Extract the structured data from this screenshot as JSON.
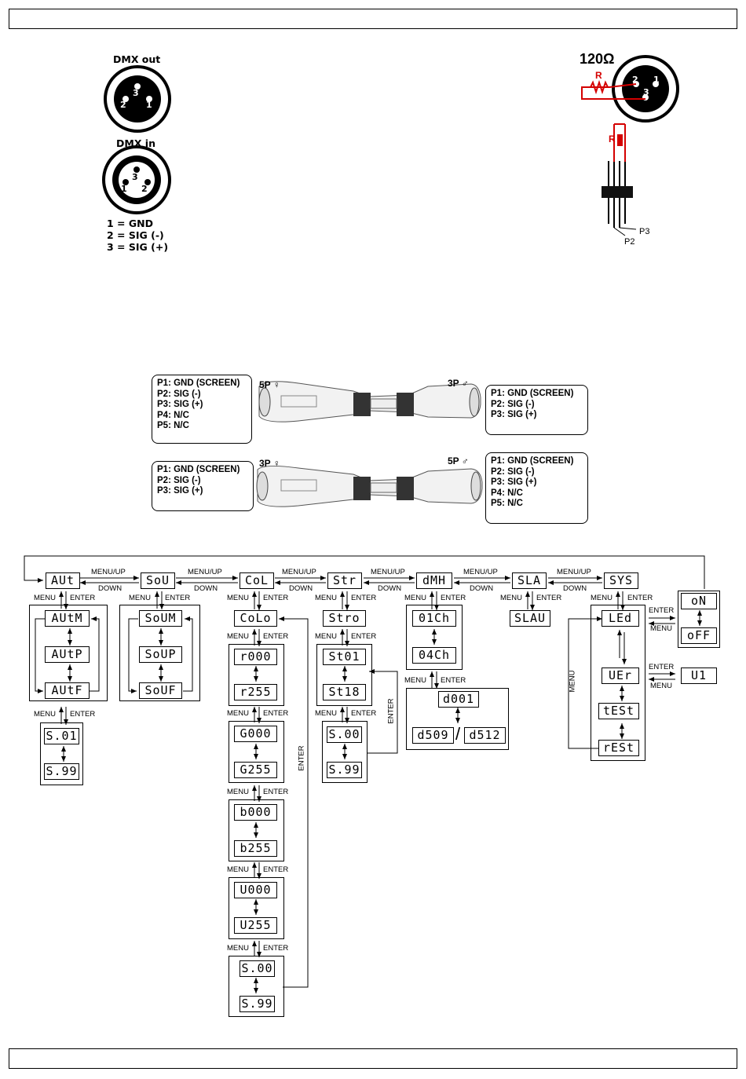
{
  "dmx": {
    "out_title": "DMX out",
    "in_title": "DMX in",
    "out_pins": [
      "3",
      "2",
      "1"
    ],
    "in_pins": [
      "3",
      "1",
      "2"
    ],
    "pin_legend": [
      "1 = GND",
      "2 = SIG (-)",
      "3 = SIG (+)"
    ]
  },
  "terminator": {
    "ohm_label": "120Ω",
    "r_label_top": "R",
    "r_label_side": "R",
    "pins": [
      "2",
      "1",
      "3"
    ],
    "p2": "P2",
    "p3": "P3",
    "resistor_color": "#d40000"
  },
  "adapters": {
    "top": {
      "left_connector": "5P ♀",
      "right_connector": "3P ♂",
      "left_pins": [
        "P1: GND (SCREEN)",
        "P2: SIG (-)",
        "P3: SIG (+)",
        "P4: N/C",
        "P5: N/C"
      ],
      "right_pins": [
        "P1: GND (SCREEN)",
        "P2: SIG (-)",
        "P3: SIG (+)"
      ]
    },
    "bottom": {
      "left_connector": "3P ♀",
      "right_connector": "5P ♂",
      "left_pins": [
        "P1: GND (SCREEN)",
        "P2: SIG (-)",
        "P3: SIG (+)"
      ],
      "right_pins": [
        "P1: GND (SCREEN)",
        "P2: SIG (-)",
        "P3: SIG (+)",
        "P4: N/C",
        "P5: N/C"
      ]
    }
  },
  "menu": {
    "top_level": [
      "AUt",
      "SoU",
      "CoL",
      "Str",
      "dMH",
      "SLA",
      "SYS"
    ],
    "arrow_up": "MENU/UP",
    "arrow_down": "DOWN",
    "menu": "MENU",
    "enter": "ENTER",
    "aut": [
      "AUtM",
      "AUtP",
      "AUtF"
    ],
    "aut_speed": [
      "S.01",
      "S.99"
    ],
    "sou": [
      "SoUM",
      "SoUP",
      "SoUF"
    ],
    "col": {
      "head": "CoLo",
      "r": [
        "r000",
        "r255"
      ],
      "g": [
        "G000",
        "G255"
      ],
      "b": [
        "b000",
        "b255"
      ],
      "w": [
        "U000",
        "U255"
      ],
      "s": [
        "S.00",
        "S.99"
      ]
    },
    "str": {
      "head": "Stro",
      "range": [
        "St01",
        "St18"
      ],
      "speed": [
        "S.00",
        "S.99"
      ]
    },
    "dmx": {
      "channels": [
        "01Ch",
        "04Ch"
      ],
      "address": [
        "d001",
        "d509",
        "d512"
      ],
      "slash": "/"
    },
    "sla": "SLAU",
    "sys": {
      "items": [
        "LEd",
        "UEr",
        "tESt",
        "rESt"
      ],
      "led_values": [
        "oN",
        "oFF"
      ],
      "version": "U1"
    }
  }
}
